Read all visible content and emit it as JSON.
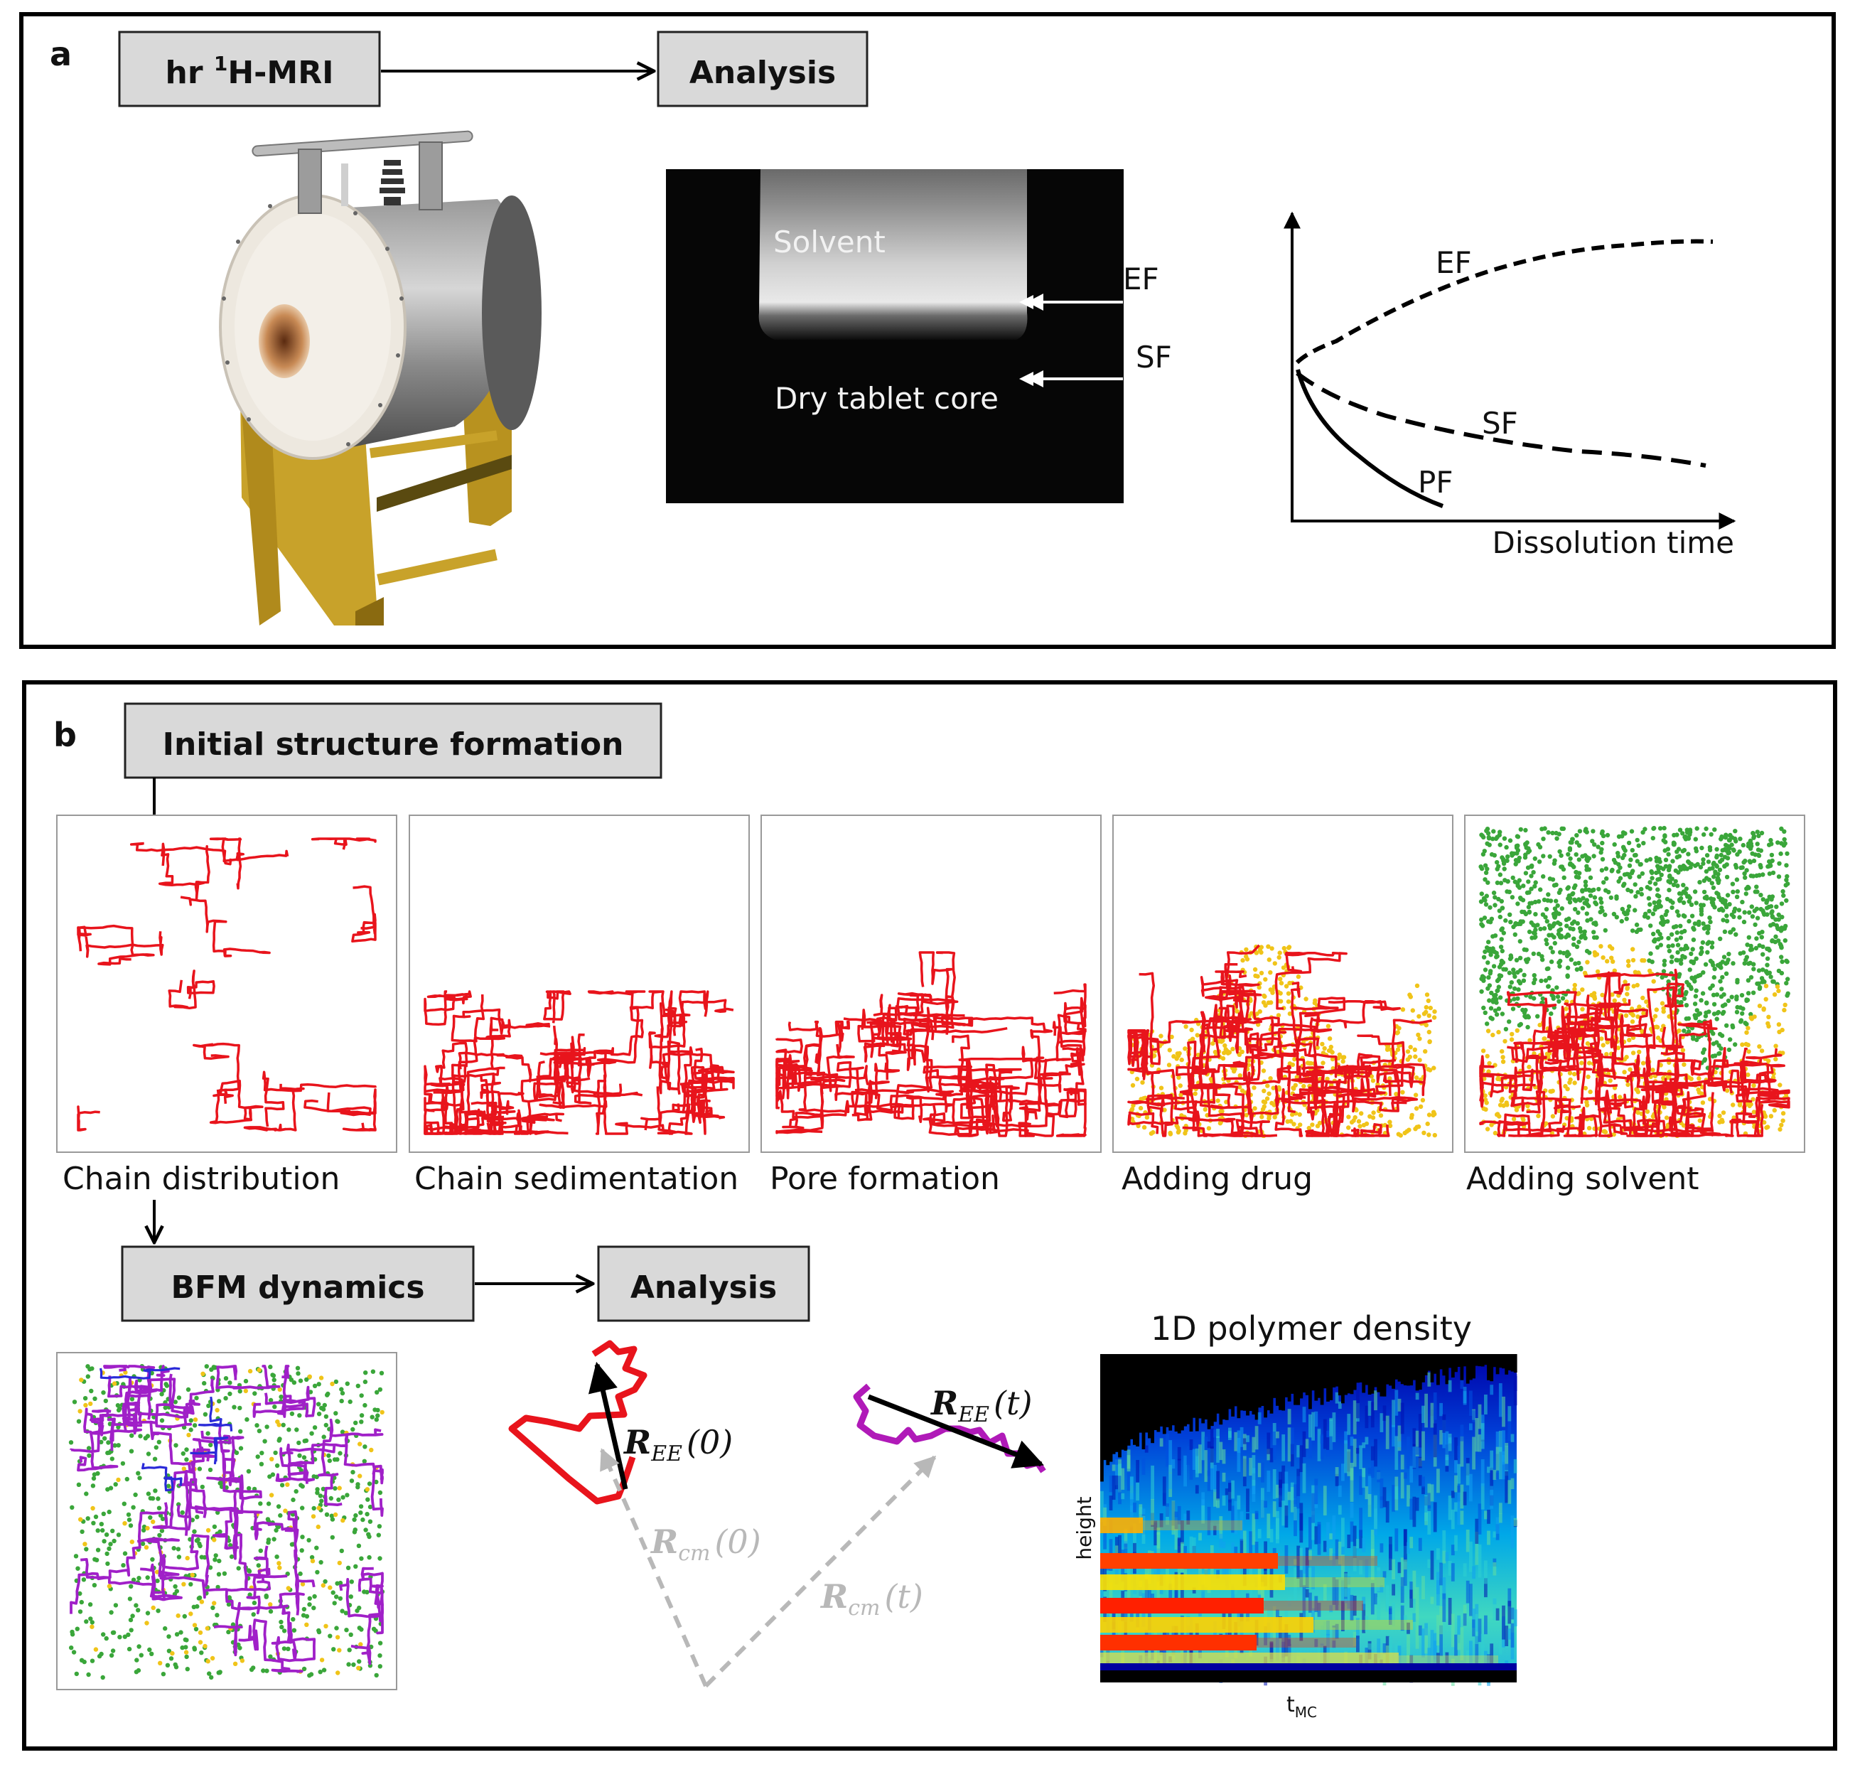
{
  "panel_a": {
    "letter": "a",
    "box_mri": {
      "prefix": "hr ",
      "sup": "1",
      "suffix": "H-MRI"
    },
    "box_analysis": "Analysis",
    "mri_image": {
      "solvent": "Solvent",
      "dry_core": "Dry tablet core",
      "ef": "EF",
      "sf": "SF"
    },
    "plot": {
      "xlabel": "Dissolution time",
      "curve_ef": "EF",
      "curve_sf": "SF",
      "curve_pf": "PF"
    }
  },
  "panel_b": {
    "letter": "b",
    "box_initial": "Initial structure formation",
    "captions": [
      "Chain distribution",
      "Chain sedimentation",
      "Pore formation",
      "Adding drug",
      "Adding solvent"
    ],
    "box_bfm": "BFM dynamics",
    "box_analysis": "Analysis",
    "vectors": {
      "ree0": {
        "sym": "R",
        "sub": "EE",
        "arg": "(0)"
      },
      "reet": {
        "sym": "R",
        "sub": "EE",
        "arg": "(t)"
      },
      "rcm0": {
        "sym": "R",
        "sub": "cm",
        "arg": "(0)"
      },
      "rcmt": {
        "sym": "R",
        "sub": "cm",
        "arg": "(t)"
      }
    },
    "density": {
      "title": "1D polymer density",
      "ylabel": "height",
      "xlabel_main": "t",
      "xlabel_sub": "MC"
    }
  },
  "colors": {
    "polymer": "#e8141c",
    "drug": "#f0c419",
    "solvent": "#3aa63a",
    "chain_purple": "#a020c8",
    "chain_blue": "#2a2ad8",
    "chain_magenta": "#b01ab8",
    "vector_gray": "#b8b8b8",
    "box_fill": "#d9d9d9"
  }
}
